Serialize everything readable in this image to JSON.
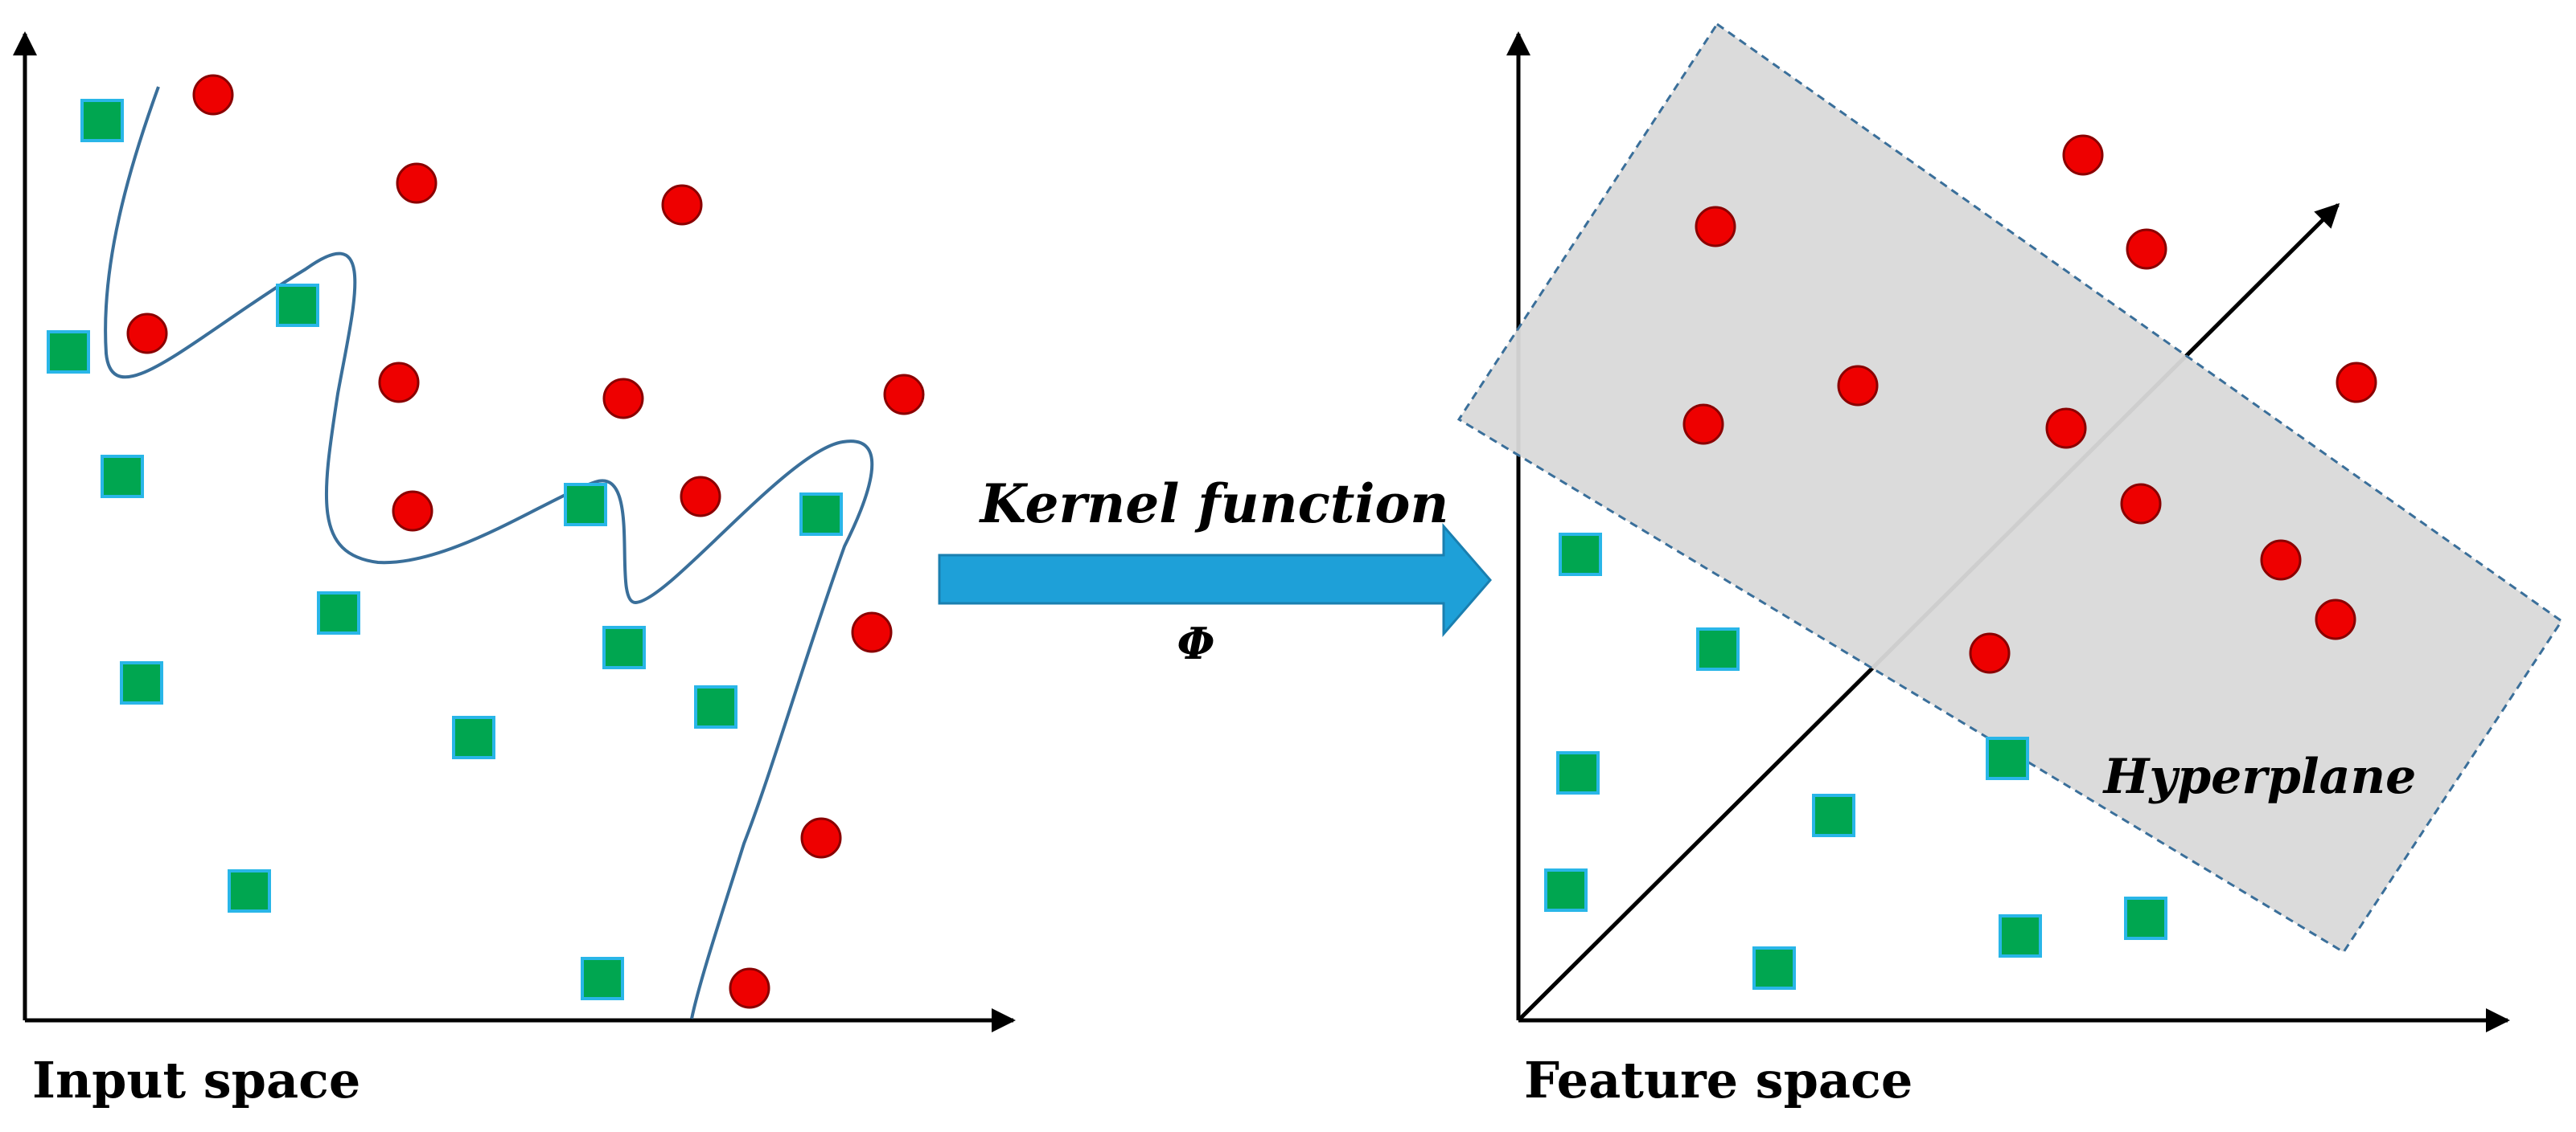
{
  "labels": {
    "input_space": "Input space",
    "feature_space": "Feature space",
    "kernel_function": "Kernel function",
    "phi": "Φ",
    "hyperplane": "Hyperplane"
  },
  "colors": {
    "circle_fill": "#ee0000",
    "circle_stroke": "#8a0000",
    "square_fill": "#00a650",
    "square_stroke": "#29b6e8",
    "boundary_curve": "#3a6f9a",
    "arrow_fill": "#1ea0d8",
    "hyperplane_fill": "#d9d9d9",
    "hyperplane_stroke": "#3a6f9a",
    "axis": "#000000"
  },
  "input_space": {
    "circles": [
      [
        265,
        118
      ],
      [
        518,
        228
      ],
      [
        848,
        255
      ],
      [
        183,
        415
      ],
      [
        496,
        476
      ],
      [
        775,
        496
      ],
      [
        1124,
        491
      ],
      [
        513,
        636
      ],
      [
        871,
        618
      ],
      [
        1084,
        787
      ],
      [
        1021,
        1043
      ],
      [
        932,
        1230
      ]
    ],
    "squares": [
      [
        127,
        150
      ],
      [
        85,
        438
      ],
      [
        370,
        380
      ],
      [
        152,
        593
      ],
      [
        728,
        628
      ],
      [
        1021,
        640
      ],
      [
        421,
        763
      ],
      [
        776,
        806
      ],
      [
        176,
        850
      ],
      [
        890,
        880
      ],
      [
        589,
        918
      ],
      [
        310,
        1109
      ],
      [
        749,
        1218
      ]
    ]
  },
  "feature_space": {
    "circles": [
      [
        2590,
        193
      ],
      [
        2133,
        282
      ],
      [
        2669,
        310
      ],
      [
        2310,
        480
      ],
      [
        2930,
        476
      ],
      [
        2118,
        528
      ],
      [
        2569,
        533
      ],
      [
        2662,
        627
      ],
      [
        2836,
        697
      ],
      [
        2904,
        771
      ],
      [
        2474,
        813
      ]
    ],
    "squares": [
      [
        1965,
        690
      ],
      [
        2136,
        808
      ],
      [
        1962,
        962
      ],
      [
        2496,
        944
      ],
      [
        2280,
        1015
      ],
      [
        1947,
        1108
      ],
      [
        2512,
        1165
      ],
      [
        2668,
        1143
      ],
      [
        2206,
        1205
      ]
    ]
  }
}
